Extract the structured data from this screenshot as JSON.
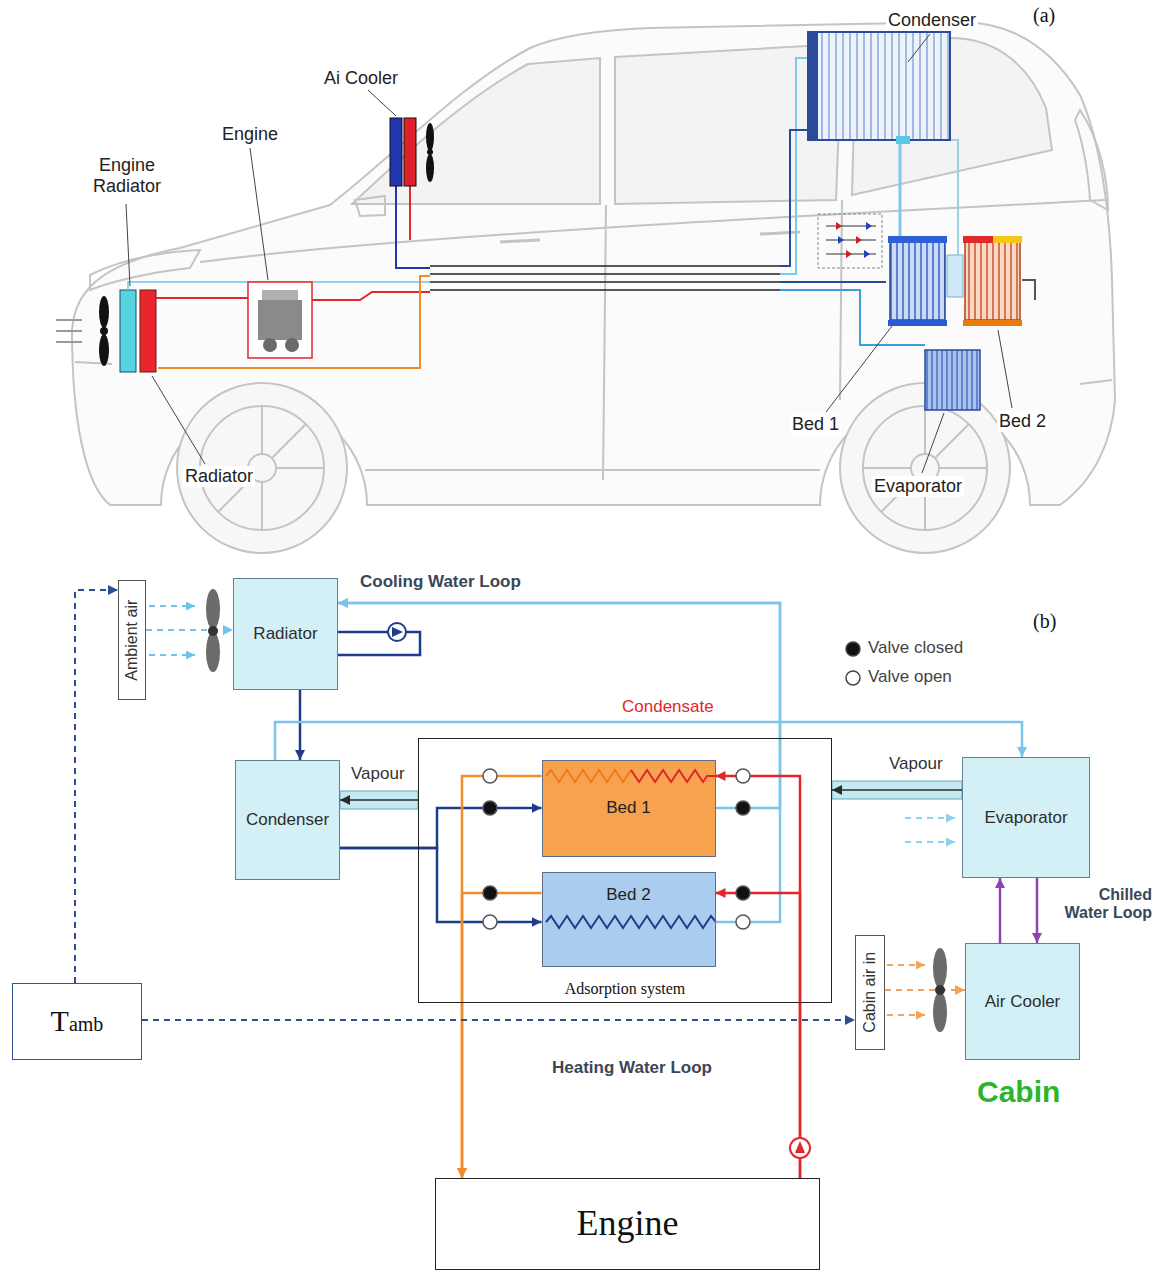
{
  "diagram": {
    "nodes": [
      {
        "text": [
          "Ambient air"
        ]
      },
      {
        "text": [
          "Radiator"
        ]
      },
      {
        "text": [
          "Condenser"
        ]
      },
      {
        "text": [
          "Adsorption system"
        ]
      },
      {
        "text": [
          "Bed 1"
        ],
        "in": 3
      },
      {
        "text": [
          "Bed 2"
        ],
        "in": 3
      },
      {
        "text": [
          "Evaporator"
        ]
      },
      {
        "text": [
          "Cabin air in"
        ]
      },
      {
        "text": [
          "Air Cooler"
        ]
      },
      {
        "text": [
          "Tamb"
        ]
      },
      {
        "text": [
          "Engine"
        ]
      }
    ],
    "edges": [
      {
        "from": 0,
        "to": 1,
        "arrow": "to"
      },
      {
        "from": 1,
        "to": 2,
        "arrow": "to"
      },
      {
        "from": 2,
        "to": 4,
        "arrow": "to"
      },
      {
        "from": 2,
        "to": 5,
        "arrow": "to"
      },
      {
        "from": 4,
        "to": 1,
        "arrow": "to"
      },
      {
        "from": 5,
        "to": 1,
        "arrow": "to"
      },
      {
        "from": 3,
        "to": 2,
        "arrow": "to",
        "label": "Vapour"
      },
      {
        "from": 6,
        "to": 3,
        "arrow": "to",
        "label": "Vapour"
      },
      {
        "from": 2,
        "to": 6,
        "arrow": "to",
        "label": "Condensate"
      },
      {
        "from": 10,
        "to": 4,
        "arrow": "to"
      },
      {
        "from": 10,
        "to": 5,
        "arrow": "to"
      },
      {
        "from": 4,
        "to": 10,
        "arrow": "to"
      },
      {
        "from": 5,
        "to": 10,
        "arrow": "to"
      },
      {
        "from": 8,
        "to": 6,
        "arrow": "to"
      },
      {
        "from": 6,
        "to": 8,
        "arrow": "to"
      },
      {
        "from": 9,
        "to": 0,
        "arrow": "to"
      },
      {
        "from": 9,
        "to": 7,
        "arrow": "to"
      },
      {
        "from": 7,
        "to": 8,
        "arrow": "to"
      }
    ],
    "labels": [
      "Condenser",
      "(a)",
      "Ai Cooler",
      "Engine",
      "Engine Radiator",
      "Bed 2",
      "Bed 1",
      "Radiator",
      "Evaporator",
      "Cooling Water Loop",
      "(b)",
      "Chilled Water Loop",
      "Cabin",
      "Heating Water Loop"
    ],
    "legend": [
      {
        "text": "Valve closed"
      },
      {
        "text": "Valve open"
      }
    ]
  }
}
